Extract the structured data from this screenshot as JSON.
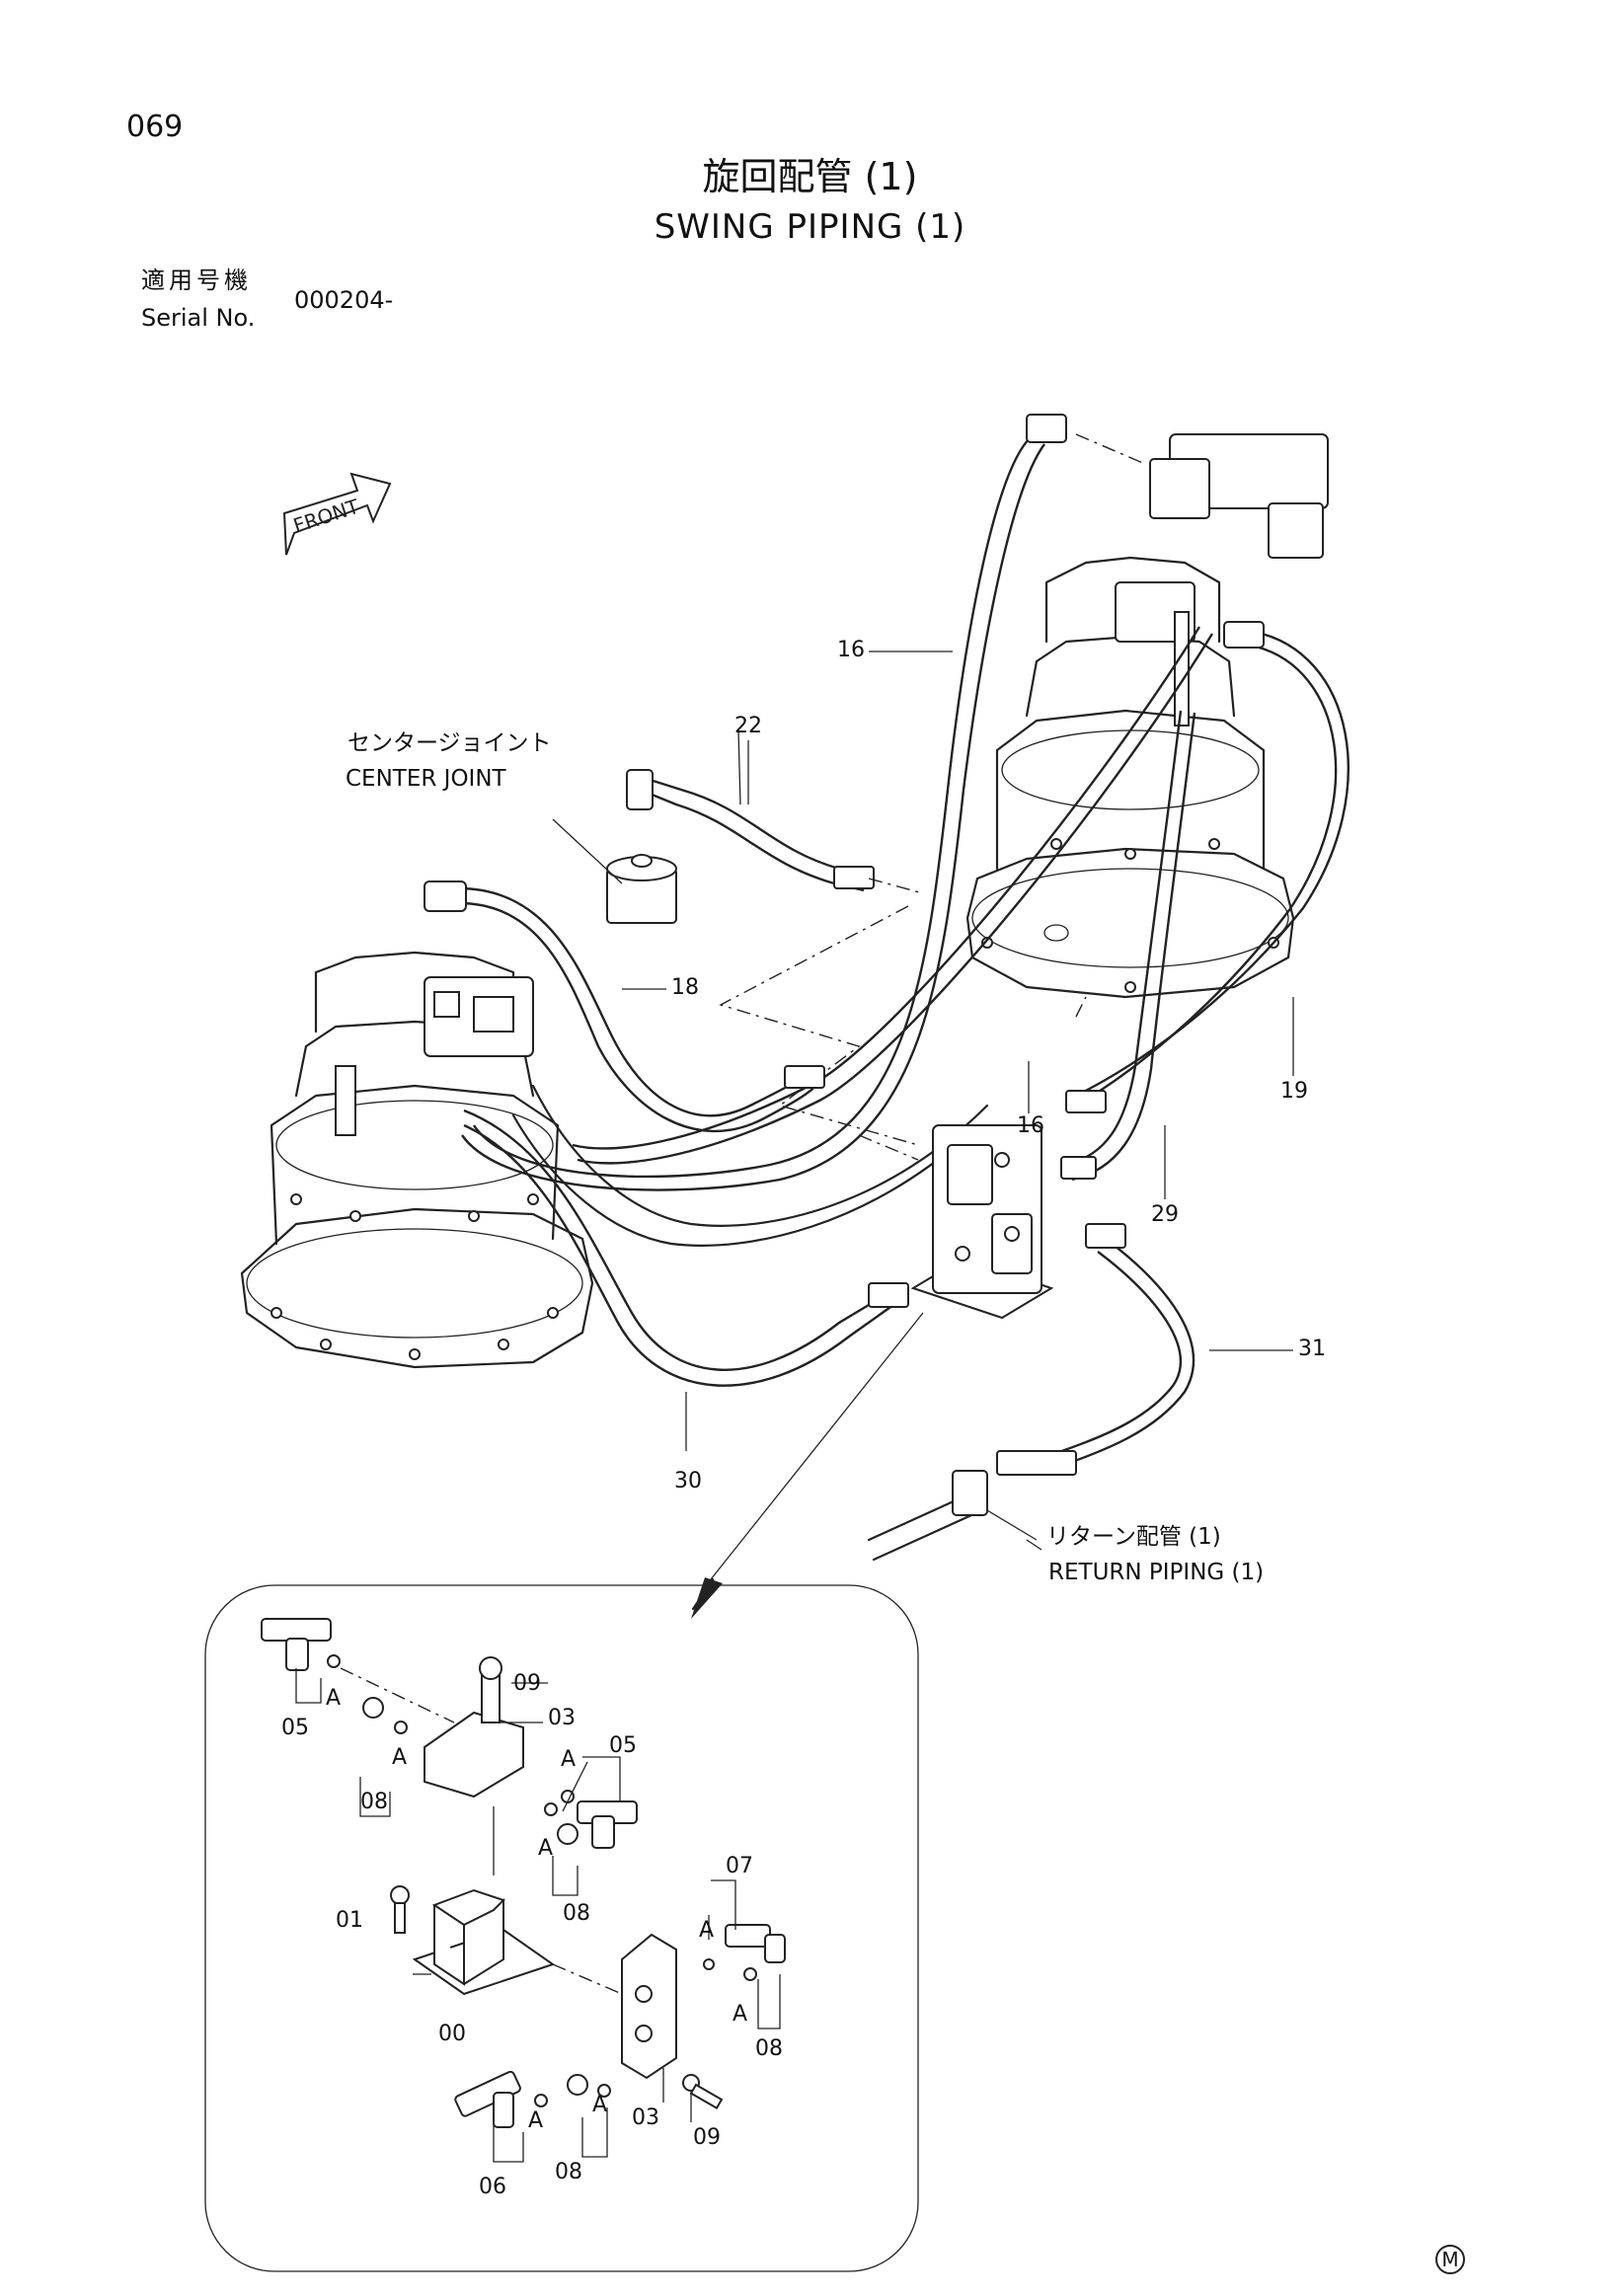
{
  "page": {
    "number": "069",
    "title_jp": "旋回配管 (1)",
    "title_en": "SWING PIPING (1)",
    "serial_label_jp": "適用号機",
    "serial_label_en": "Serial No.",
    "serial_value": "000204-",
    "corner_mark": "M"
  },
  "labels": {
    "front": "FRONT",
    "center_joint_jp": "センタージョイント",
    "center_joint_en": "CENTER JOINT",
    "return_piping_jp": "リターン配管 (1)",
    "return_piping_en": "RETURN PIPING (1)"
  },
  "callouts": {
    "main": {
      "c16a": "16",
      "c22": "22",
      "c18": "18",
      "c16b": "16",
      "c19": "19",
      "c29": "29",
      "c31": "31",
      "c30": "30"
    },
    "detail": {
      "d09a": "09",
      "d03a": "03",
      "d05a": "05",
      "d05b": "05",
      "d08a": "08",
      "d08b": "08",
      "d07": "07",
      "d01": "01",
      "d00": "00",
      "d08c": "08",
      "d03b": "03",
      "d09b": "09",
      "d08d": "08",
      "d06": "06",
      "a1": "A",
      "a2": "A",
      "a3": "A",
      "a4": "A",
      "a5": "A",
      "a6": "A",
      "a7": "A",
      "a8": "A"
    }
  }
}
